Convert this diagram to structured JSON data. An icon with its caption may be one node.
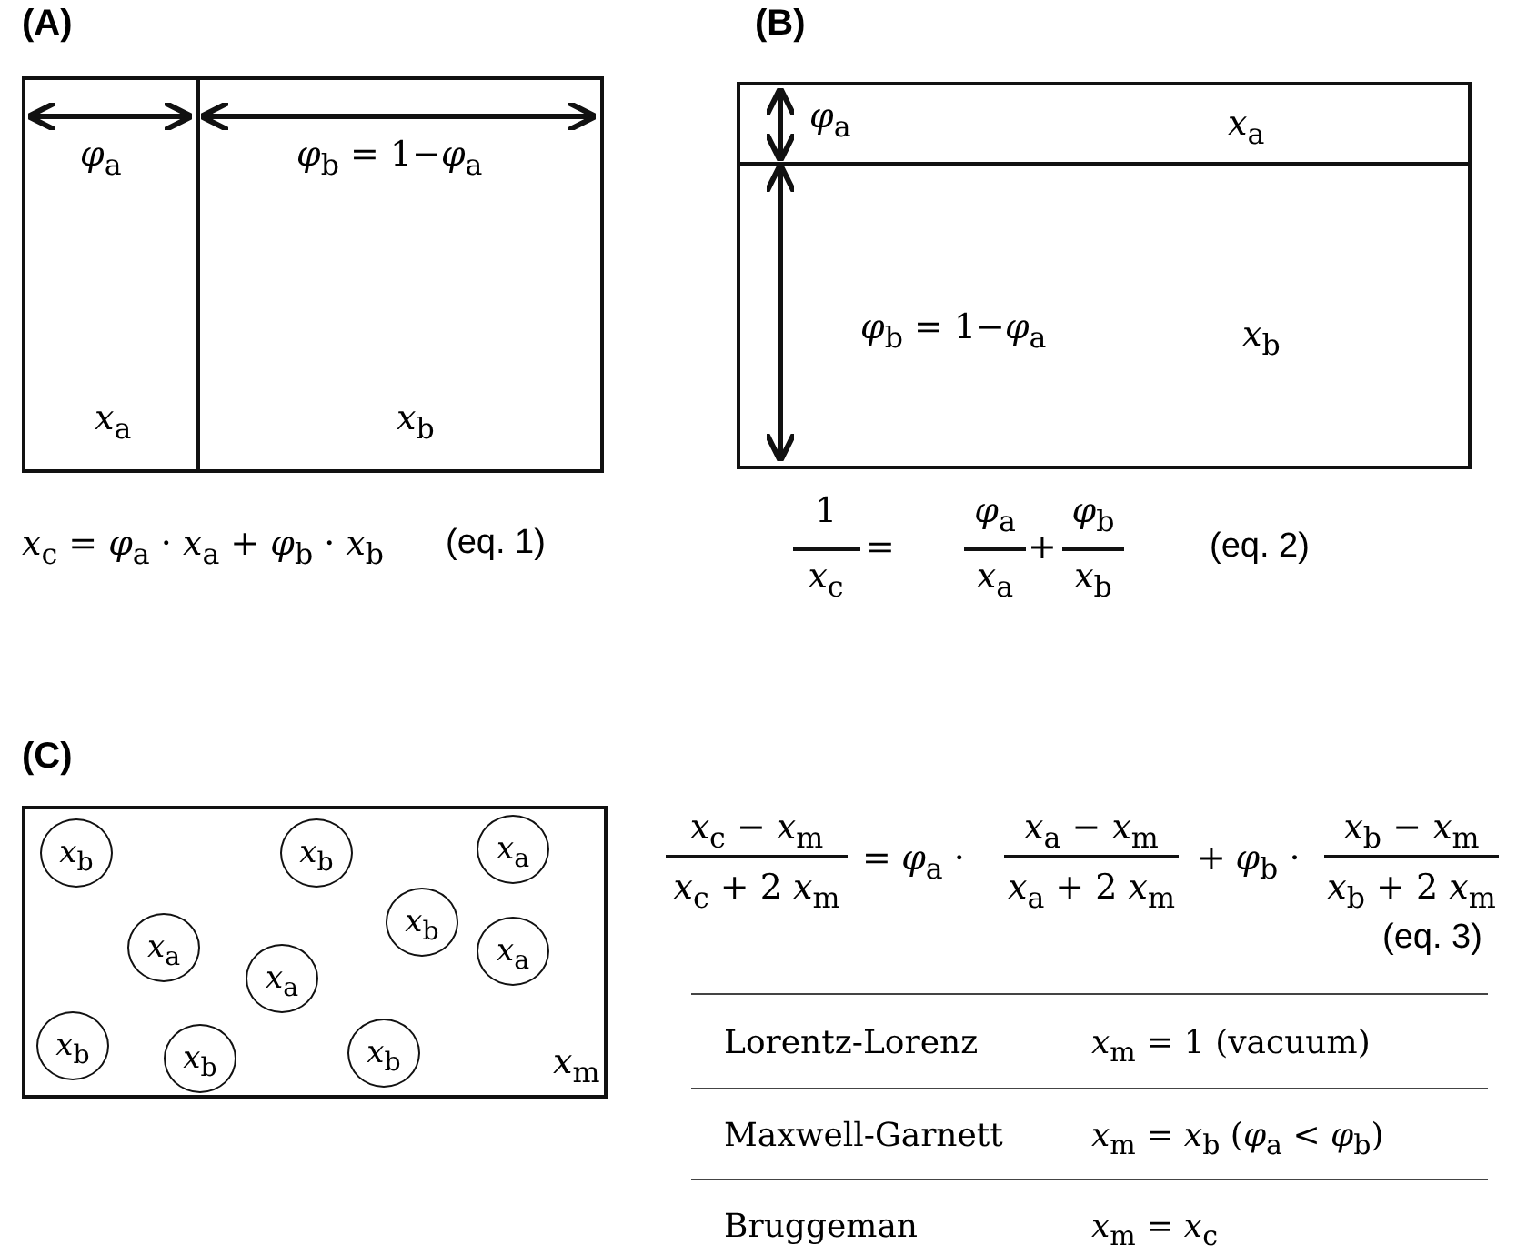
{
  "diagram": {
    "nodes": [
      {
        "text": [],
        "shape": "box"
      },
      {
        "text": [
          "*φ*$_{a}$",
          "*x*$_{a}$"
        ],
        "in": 0
      },
      {
        "text": [
          "*φ*$_{b}$ = 1−*φ*$_{a}$",
          "*x*$_{b}$"
        ],
        "in": 0
      },
      {
        "text": [],
        "shape": "box"
      },
      {
        "text": [
          "*φ*$_{a}$",
          "*x*$_{a}$"
        ],
        "in": 3
      },
      {
        "text": [
          "*φ*$_{b}$ = 1−*φ*$_{a}$",
          "*x*$_{b}$"
        ],
        "in": 3
      },
      {
        "text": [
          "*x*$_{m}$"
        ]
      },
      {
        "text": [
          "*x*$_{b}$"
        ],
        "in": 6
      },
      {
        "text": [
          "*x*$_{b}$"
        ],
        "in": 6
      },
      {
        "text": [
          "*x*$_{a}$"
        ],
        "in": 6
      },
      {
        "text": [
          "*x*$_{b}$"
        ],
        "in": 6
      },
      {
        "text": [
          "*x*$_{a}$"
        ],
        "in": 6
      },
      {
        "text": [
          "*x*$_{a}$"
        ],
        "in": 6
      },
      {
        "text": [
          "*x*$_{a}$"
        ],
        "in": 6
      },
      {
        "text": [
          "*x*$_{b}$"
        ],
        "in": 6
      },
      {
        "text": [
          "*x*$_{b}$"
        ],
        "in": 6
      },
      {
        "text": [
          "*x*$_{b}$"
        ],
        "in": 6
      }
    ],
    "labels": [
      "(A)",
      "(B)",
      "*x*$_{c}$ = *φ*$_{a}$ · *x*$_{a}$ + *φ*$_{b}$ · *x*$_{b}$",
      "(eq. 1)",
      "1",
      "*x*$_{c}$",
      "=",
      "*φ*$_{a}$",
      "*x*$_{a}$",
      "+",
      "*φ*$_{b}$",
      "*x*$_{b}$",
      "(eq. 2)",
      "(C)",
      "*x*$_{c}$ − *x*$_{m}$",
      "*x*$_{c}$ + 2 *x*$_{m}$",
      "=",
      "*φ*$_{a}$ ·",
      "*x*$_{a}$ − *x*$_{m}$",
      "*x*$_{a}$ + 2 *x*$_{m}$",
      "+",
      "*φ*$_{b}$ ·",
      "*x*$_{b}$ − *x*$_{m}$",
      "*x*$_{b}$ + 2 *x*$_{m}$",
      "(eq. 3)",
      "Lorentz-Lorenz",
      "*x*$_{m}$ = 1 (vacuum)",
      "Maxwell-Garnett",
      "*x*$_{m}$ = *x*$_{b}$ (*φ*$_{a}$ < *φ*$_{b}$)",
      "Bruggeman",
      "*x*$_{m}$ = *x*$_{c}$"
    ]
  }
}
